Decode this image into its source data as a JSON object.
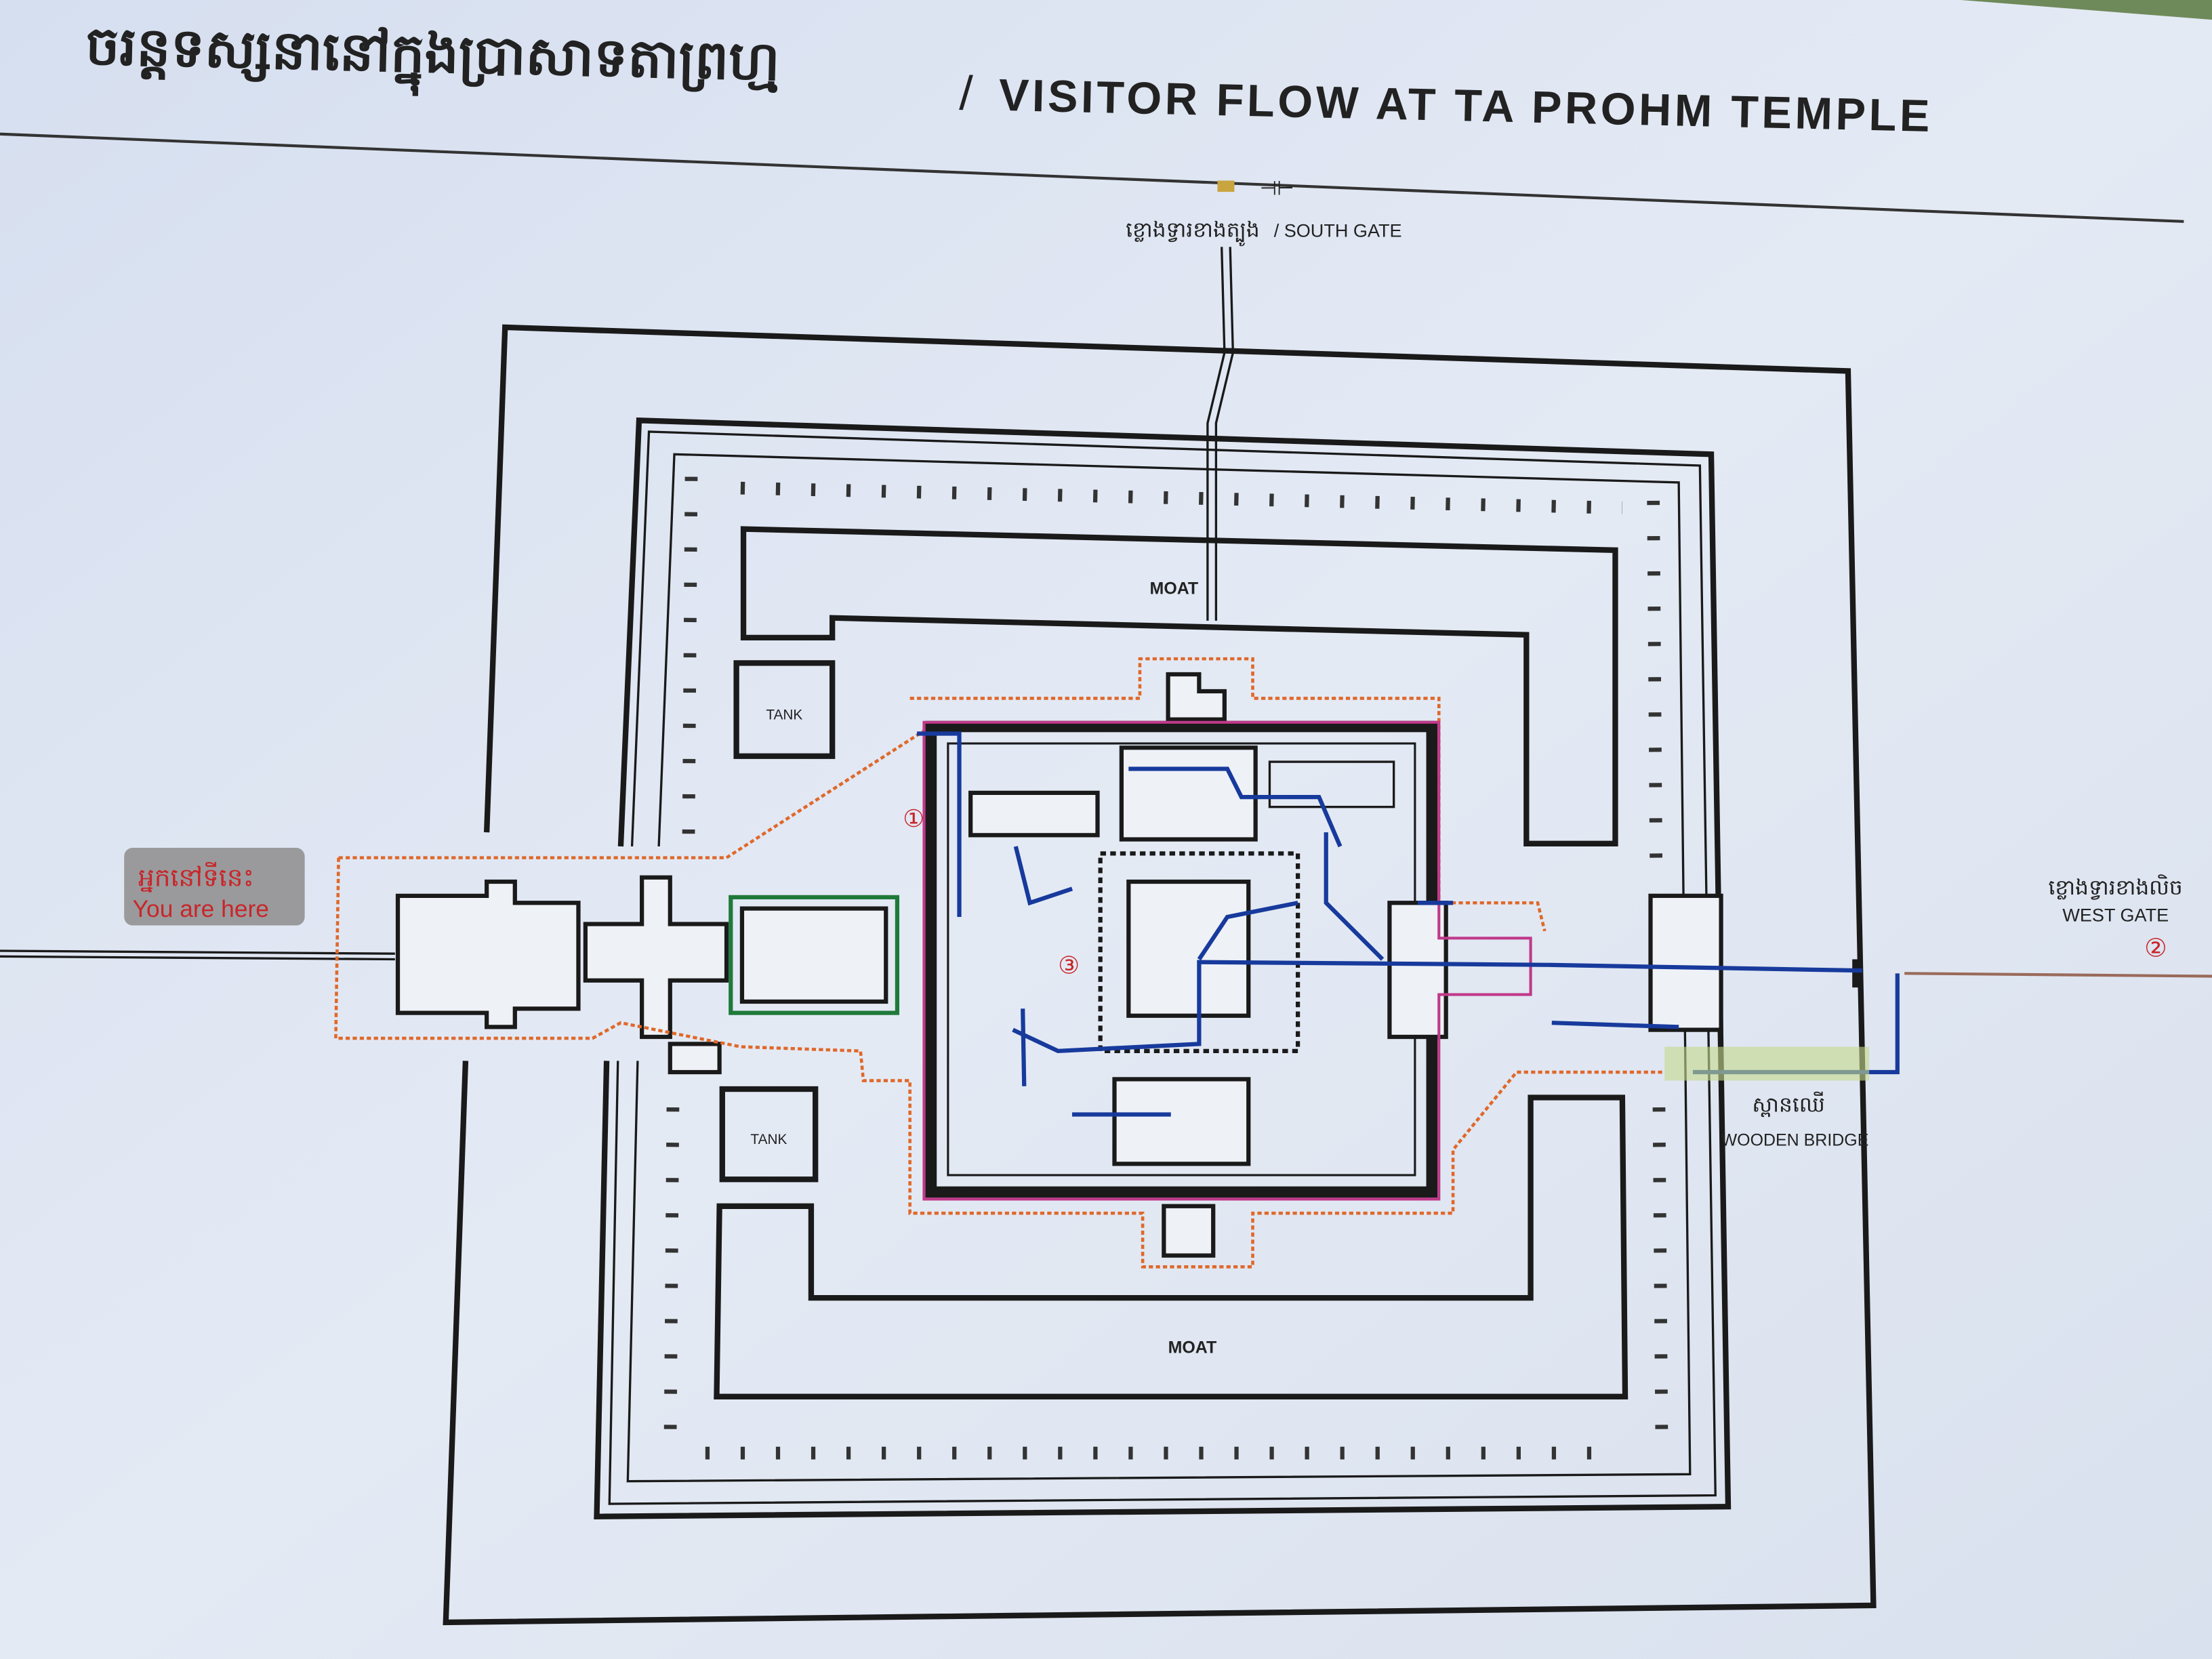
{
  "title": {
    "khmer": "ចរន្តទស្សនានៅក្នុងប្រាសាទតាព្រហ្ម",
    "separator": "/",
    "english": "VISITOR FLOW AT TA PROHM TEMPLE"
  },
  "gates": {
    "south": {
      "khmer": "ខ្លោងទ្វារខាងត្បូង",
      "english": "/ SOUTH GATE"
    },
    "west": {
      "khmer": "ខ្លោងទ្វារខាងលិច",
      "english": "WEST GATE",
      "marker": "②"
    }
  },
  "you_are_here": {
    "khmer": "អ្នកនៅទីនេះ",
    "english": "You are here"
  },
  "labels": {
    "moat_top": "MOAT",
    "moat_bottom": "MOAT",
    "tank_top": "TANK",
    "tank_bottom": "TANK",
    "wooden_bridge_khmer": "ស្ពានឈើ",
    "wooden_bridge": "WOODEN BRIDGE",
    "marker_1": "①",
    "marker_3": "③"
  },
  "colors": {
    "route_blue": "#173a9c",
    "route_orange": "#e0682a",
    "route_magenta": "#c0398a",
    "highlight_green": "#1f7a3a",
    "marker_red": "#c8262a",
    "board": "#dfe6f1"
  }
}
